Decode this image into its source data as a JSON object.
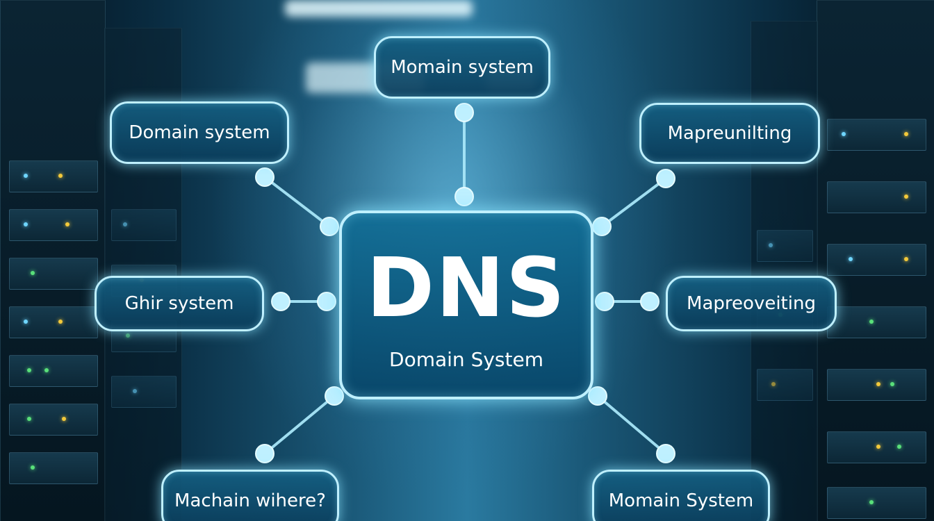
{
  "center": {
    "title": "DNS",
    "subtitle": "Domain System"
  },
  "nodes": [
    {
      "id": "top",
      "label": "Momain system"
    },
    {
      "id": "upper-left",
      "label": "Domain system"
    },
    {
      "id": "upper-right",
      "label": "Mapreunilting"
    },
    {
      "id": "mid-left",
      "label": "Ghir system"
    },
    {
      "id": "mid-right",
      "label": "Mapreoveiting"
    },
    {
      "id": "lower-left",
      "label": "Machain wihere?"
    },
    {
      "id": "lower-right",
      "label": "Momain System"
    }
  ],
  "colors": {
    "glow": "#bff0ff",
    "node_fill": "#14638a",
    "connector": "#a8e6f8"
  }
}
